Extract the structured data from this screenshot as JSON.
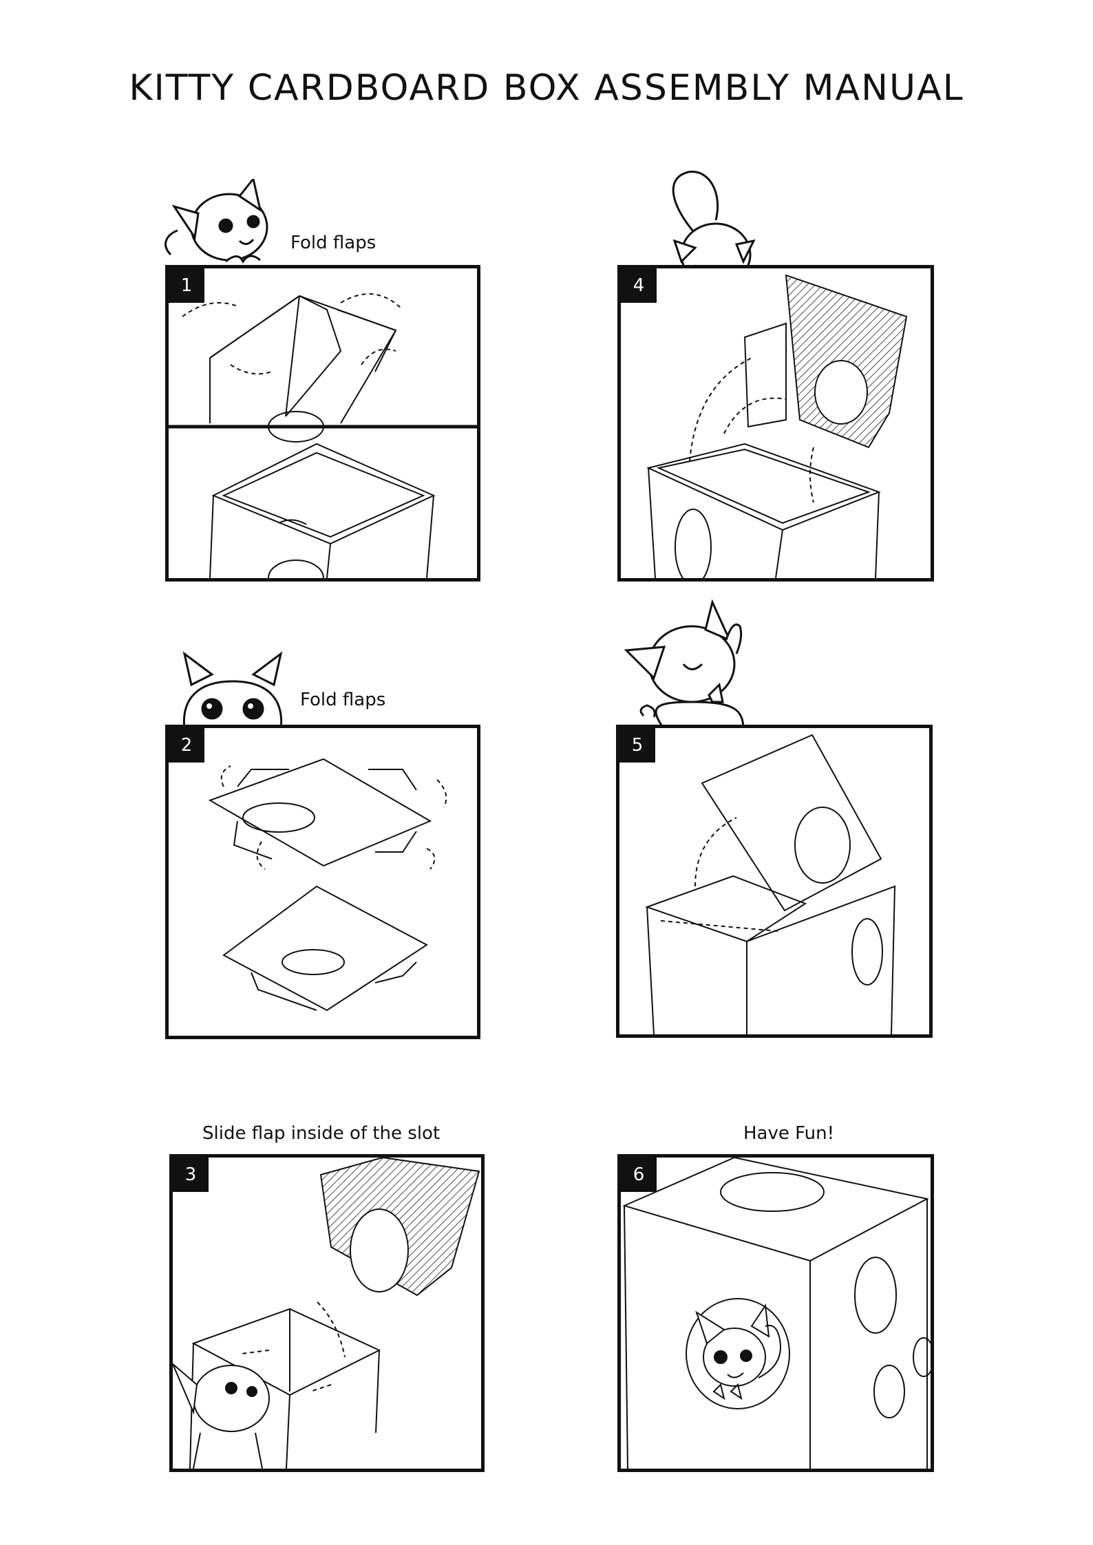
{
  "title": "KITTY CARDBOARD BOX ASSEMBLY MANUAL",
  "steps": [
    {
      "number": "1",
      "caption": "Fold flaps"
    },
    {
      "number": "2",
      "caption": "Fold flaps"
    },
    {
      "number": "3",
      "caption": "Slide flap inside of the slot"
    },
    {
      "number": "4",
      "caption": ""
    },
    {
      "number": "5",
      "caption": ""
    },
    {
      "number": "6",
      "caption": "Have Fun!"
    }
  ]
}
